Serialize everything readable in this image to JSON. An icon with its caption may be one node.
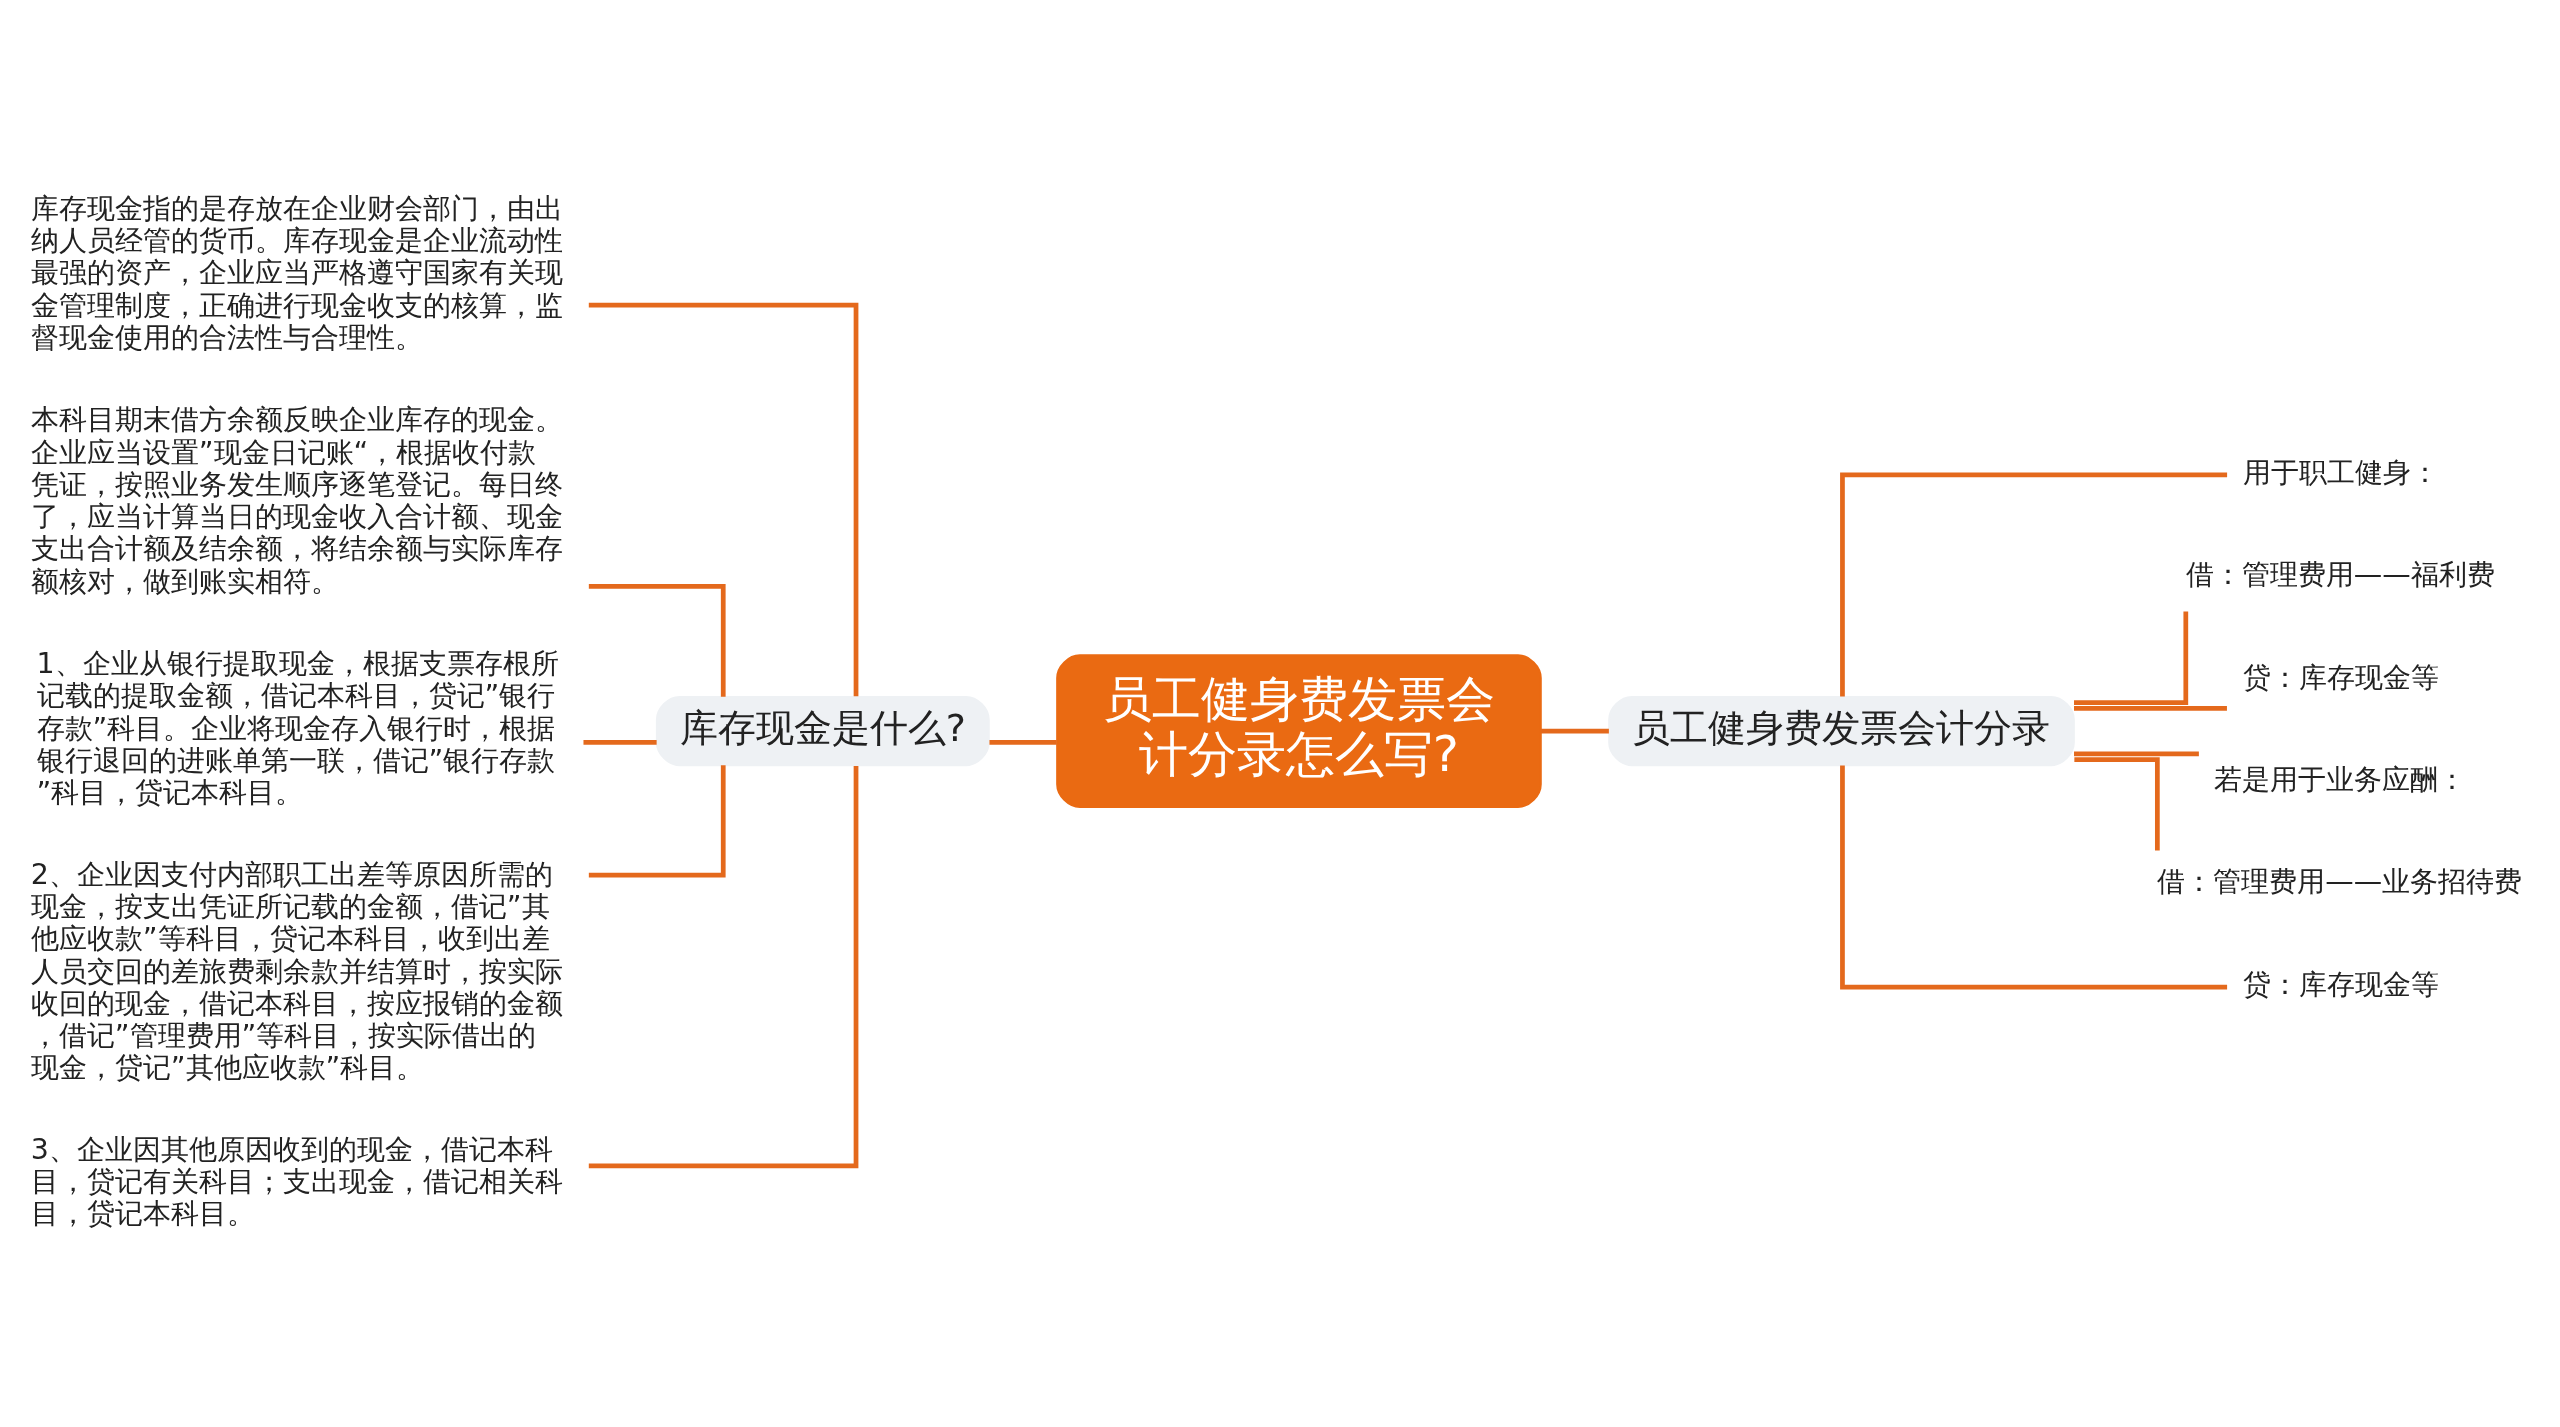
{
  "diagram": {
    "nodes": [
      {
        "text": [
          "员工健身费发票会计分录怎么写?"
        ]
      },
      {
        "text": [
          "库存现金是什么?"
        ]
      },
      {
        "text": [
          "库存现金指的是存放在企业财会部门，由出纳人员经管的货币。库存现金是企业流动性最强的资产，企业应当严格遵守国家有关现金管理制度，正确进行现金收支的核算，监督现金使用的合法性与合理性。"
        ]
      },
      {
        "text": [
          "本科目期末借方余额反映企业库存的现金。企业应当设置”现金日记账“，根据收付款凭证，按照业务发生顺序逐笔登记。每日终了，应当计算当日的现金收入合计额、现金支出合计额及结余额，将结余额与实际库存额核对，做到账实相符。"
        ]
      },
      {
        "text": [
          "1、企业从银行提取现金，根据支票存根所记载的提取金额，借记本科目，贷记”银行存款”科目。企业将现金存入银行时，根据银行退回的进账单第一联，借记”银行存款”科目，贷记本科目。"
        ]
      },
      {
        "text": [
          "2、企业因支付内部职工出差等原因所需的现金，按支出凭证所记载的金额，借记”其他应收款”等科目，贷记本科目，收到出差人员交回的差旅费剩余款并结算时，按实际收回的现金，借记本科目，按应报销的金额，借记”管理费用”等科目，按实际借出的现金，贷记”其他应收款”科目。"
        ]
      },
      {
        "text": [
          "3、企业因其他原因收到的现金，借记本科目，贷记有关科目；支出现金，借记相关科目，贷记本科目。"
        ]
      },
      {
        "text": [
          "员工健身费发票会计分录"
        ]
      },
      {
        "text": [
          "用于职工健身："
        ]
      },
      {
        "text": [
          "借：管理费用——福利费"
        ]
      },
      {
        "text": [
          "贷：库存现金等"
        ]
      },
      {
        "text": [
          "若是用于业务应酬："
        ]
      },
      {
        "text": [
          "借：管理费用——业务招待费"
        ]
      },
      {
        "text": [
          "贷：库存现金等"
        ]
      }
    ],
    "edges": [
      {
        "from": 0,
        "to": 1,
        "arrow": "none"
      },
      {
        "from": 1,
        "to": 2,
        "arrow": "none"
      },
      {
        "from": 1,
        "to": 3,
        "arrow": "none"
      },
      {
        "from": 1,
        "to": 4,
        "arrow": "none"
      },
      {
        "from": 1,
        "to": 5,
        "arrow": "none"
      },
      {
        "from": 1,
        "to": 6,
        "arrow": "none"
      },
      {
        "from": 0,
        "to": 7,
        "arrow": "none"
      },
      {
        "from": 7,
        "to": 8,
        "arrow": "none"
      },
      {
        "from": 7,
        "to": 9,
        "arrow": "none"
      },
      {
        "from": 7,
        "to": 10,
        "arrow": "none"
      },
      {
        "from": 7,
        "to": 11,
        "arrow": "none"
      },
      {
        "from": 7,
        "to": 12,
        "arrow": "none"
      },
      {
        "from": 7,
        "to": 13,
        "arrow": "none"
      }
    ]
  }
}
